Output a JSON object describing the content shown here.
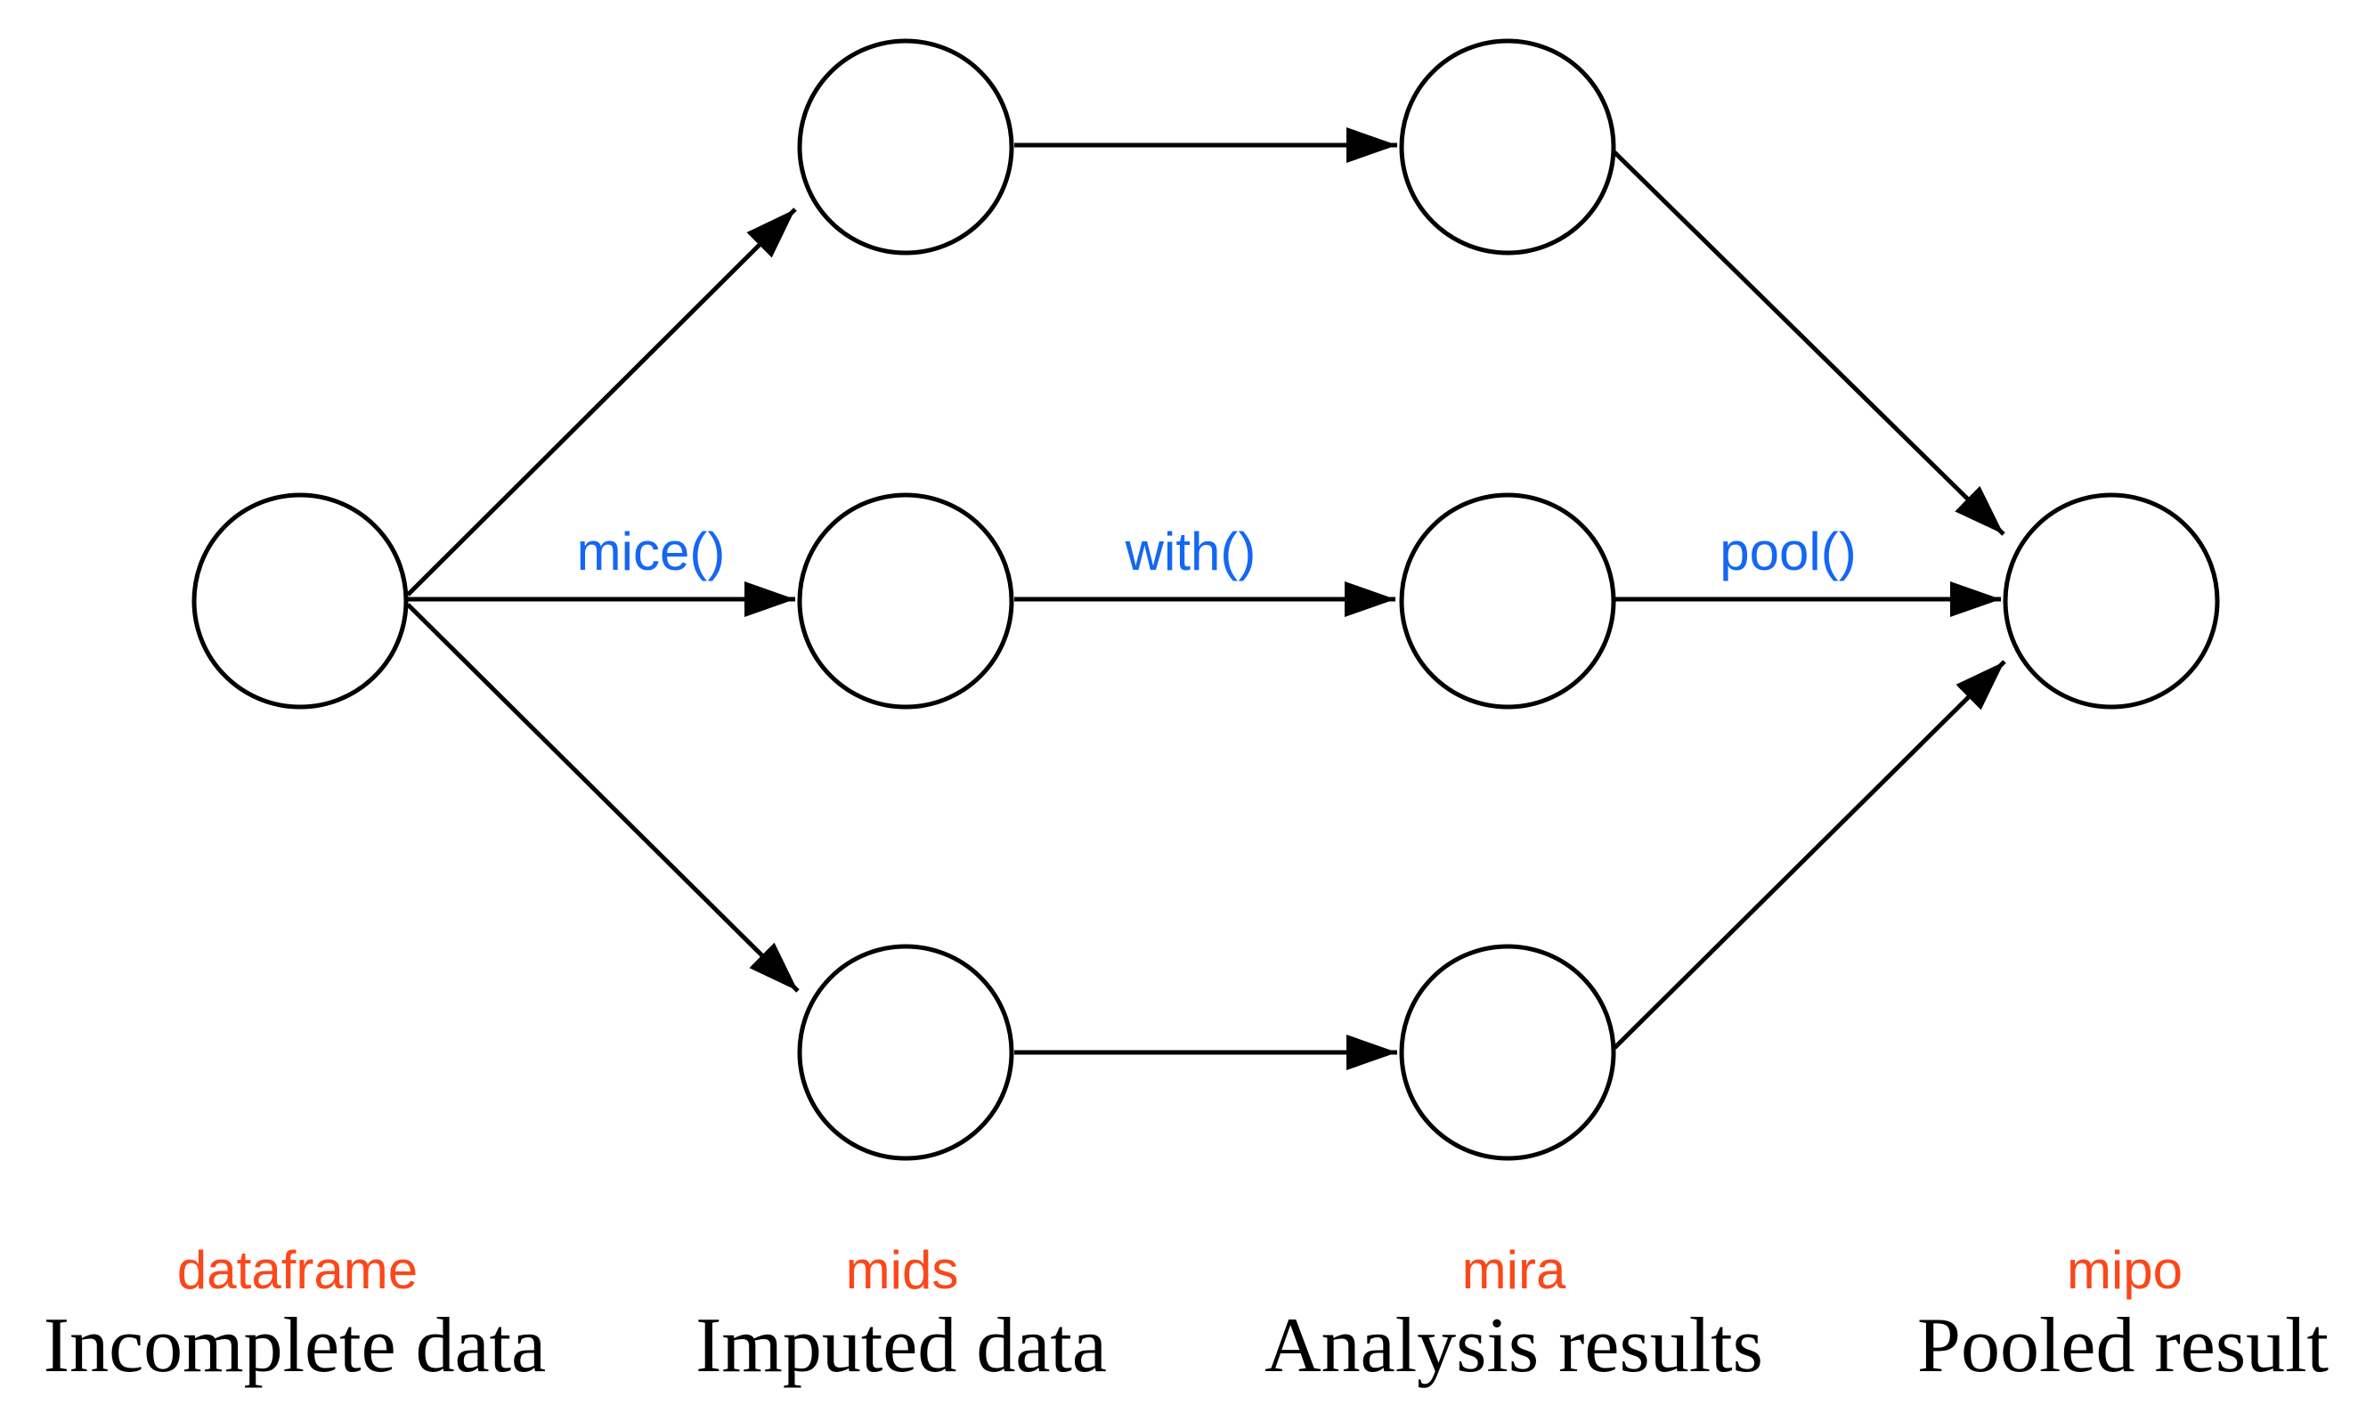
{
  "diagram": {
    "type": "flow-diagram",
    "background": "#ffffff",
    "stages": [
      {
        "class_label": "dataframe",
        "description": "Incomplete data"
      },
      {
        "class_label": "mids",
        "description": "Imputed data"
      },
      {
        "class_label": "mira",
        "description": "Analysis results"
      },
      {
        "class_label": "mipo",
        "description": "Pooled result"
      }
    ],
    "functions": [
      {
        "label": "mice()"
      },
      {
        "label": "with()"
      },
      {
        "label": "pool()"
      }
    ],
    "node_counts": {
      "incomplete": 1,
      "imputed": 3,
      "analysis": 3,
      "pooled": 1
    },
    "colors": {
      "class_label": "#fb471a",
      "function_label": "#1467f4",
      "stroke": "#000000",
      "node_fill": "#ffffff"
    }
  }
}
